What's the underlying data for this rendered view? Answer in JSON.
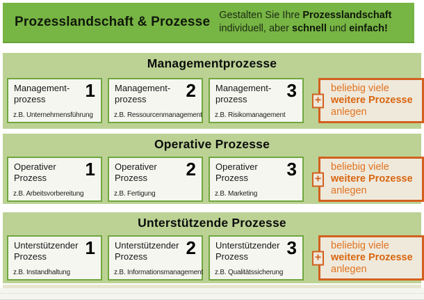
{
  "header": {
    "title": "Prozesslandschaft & Prozesse",
    "tagline": {
      "line1_prefix": "Gestalten Sie Ihre ",
      "line1_bold": "Prozesslandschaft",
      "line2_prefix": "individuell, aber ",
      "line2_bold1": "schnell",
      "line2_mid": " und ",
      "line2_bold2": "einfach!"
    }
  },
  "sections": [
    {
      "title": "Managementprozesse",
      "boxes": [
        {
          "line1": "Management-",
          "line2": "prozess",
          "number": "1",
          "example": "z.B. Unternehmensführung"
        },
        {
          "line1": "Management-",
          "line2": "prozess",
          "number": "2",
          "example": "z.B. Ressourcenmanagement"
        },
        {
          "line1": "Management-",
          "line2": "prozess",
          "number": "3",
          "example": "z.B. Risikomanagement"
        }
      ]
    },
    {
      "title": "Operative Prozesse",
      "boxes": [
        {
          "line1": "Operativer",
          "line2": "Prozess",
          "number": "1",
          "example": "z.B. Arbeitsvorbereitung"
        },
        {
          "line1": "Operativer",
          "line2": "Prozess",
          "number": "2",
          "example": "z.B. Fertigung"
        },
        {
          "line1": "Operativer",
          "line2": "Prozess",
          "number": "3",
          "example": "z.B. Marketing"
        }
      ]
    },
    {
      "title": "Unterstützende Prozesse",
      "boxes": [
        {
          "line1": "Unterstützender",
          "line2": "Prozess",
          "number": "1",
          "example": "z.B. Instandhaltung"
        },
        {
          "line1": "Unterstützender",
          "line2": "Prozess",
          "number": "2",
          "example": "z.B. Informationsmanagement"
        },
        {
          "line1": "Unterstützender",
          "line2": "Prozess",
          "number": "3",
          "example": "z.B. Qualitätssicherung"
        }
      ]
    }
  ],
  "add_box": {
    "plus": "+",
    "line1": "beliebig viele",
    "line2": "weitere Prozesse",
    "line3": "anlegen"
  },
  "colors": {
    "header_green": "#77b544",
    "band_green": "#bcd294",
    "box_border_green": "#6fa73f",
    "box_bg": "#f6f6f1",
    "orange_border": "#d2601e",
    "orange_text": "#e0731f",
    "add_box_bg": "#efe9dc"
  }
}
